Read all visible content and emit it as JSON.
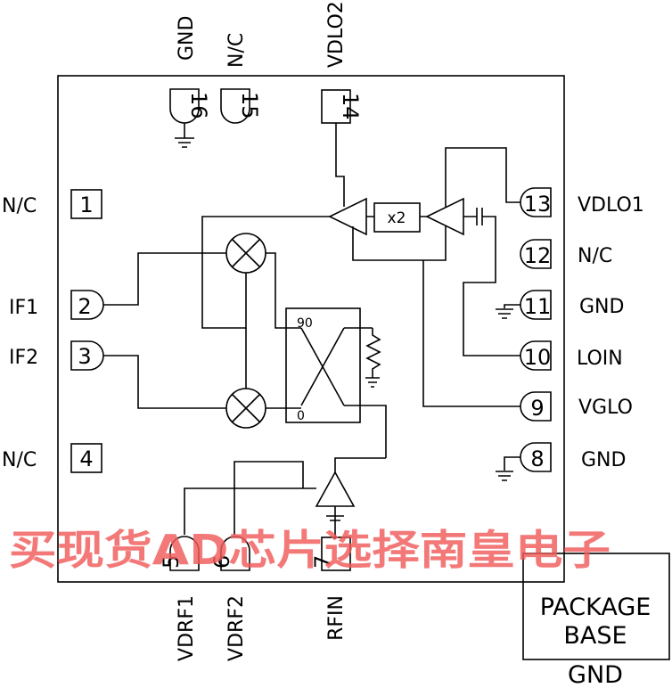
{
  "pins": [
    {
      "num": "1",
      "name": "N/C"
    },
    {
      "num": "2",
      "name": "IF1"
    },
    {
      "num": "3",
      "name": "IF2"
    },
    {
      "num": "4",
      "name": "N/C"
    },
    {
      "num": "5",
      "name": "VDRF1"
    },
    {
      "num": "6",
      "name": "VDRF2"
    },
    {
      "num": "7",
      "name": "RFIN"
    },
    {
      "num": "8",
      "name": "GND"
    },
    {
      "num": "9",
      "name": "VGLO"
    },
    {
      "num": "10",
      "name": "LOIN"
    },
    {
      "num": "11",
      "name": "GND"
    },
    {
      "num": "12",
      "name": "N/C"
    },
    {
      "num": "13",
      "name": "VDLO1"
    },
    {
      "num": "14",
      "name": "VDLO2"
    },
    {
      "num": "15",
      "name": "N/C"
    },
    {
      "num": "16",
      "name": "GND"
    }
  ],
  "multiplier_label": "x2",
  "hybrid": {
    "label_top": "90",
    "label_bottom": "0"
  },
  "package_base": {
    "line1": "PACKAGE",
    "line2": "BASE",
    "gnd": "GND"
  },
  "watermark": "买现货AD芯片选择南皇电子"
}
